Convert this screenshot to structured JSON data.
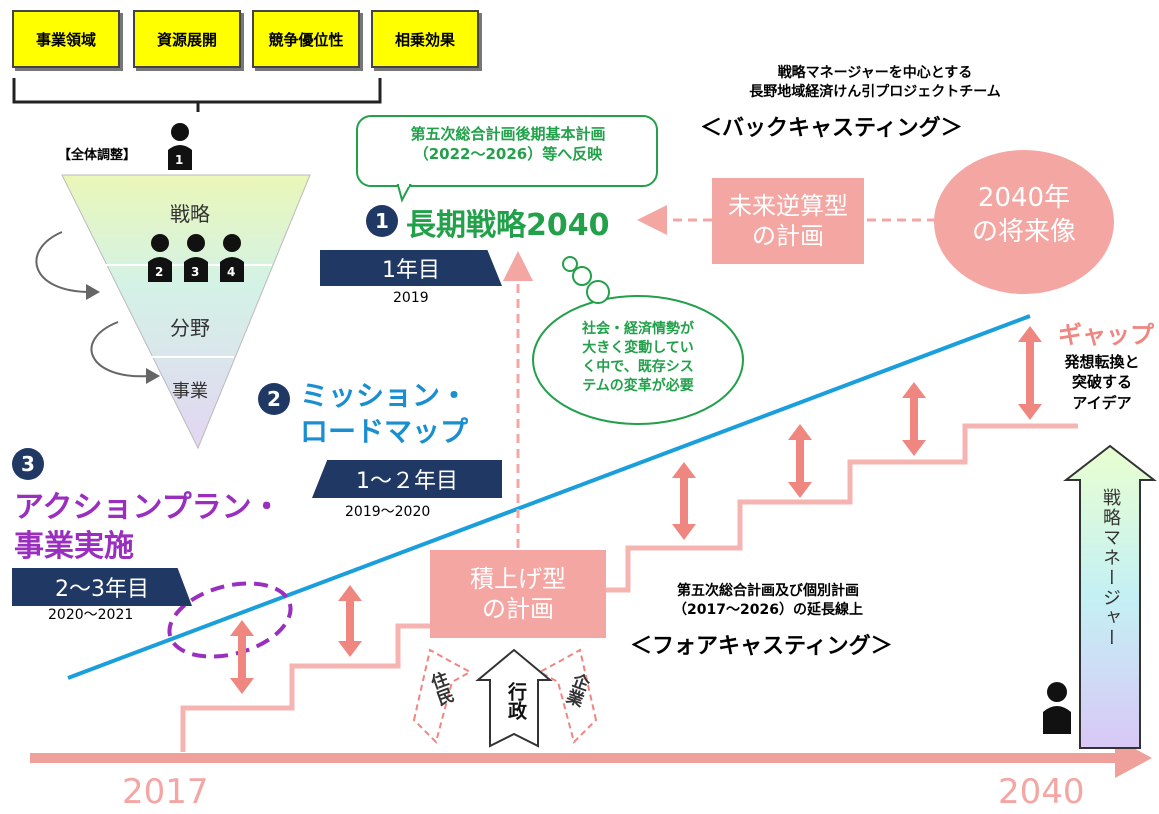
{
  "top_boxes": [
    "事業領域",
    "資源展開",
    "競争優位性",
    "相乗効果"
  ],
  "overall_adjust": "【全体調整】",
  "funnel": {
    "strategy": "戦略",
    "field": "分野",
    "project": "事業"
  },
  "person_numbers": [
    "1",
    "2",
    "3",
    "4"
  ],
  "team": {
    "line1": "戦略マネージャーを中心とする",
    "line2": "長野地域経済けん引プロジェクトチーム"
  },
  "backcasting": "＜バックキャスティング＞",
  "callout_green": {
    "line1": "第五次総合計画後期基本計画",
    "line2": "（2022～2026）等へ反映"
  },
  "step1": {
    "num": "1",
    "title": "長期戦略2040",
    "badge": "1年目",
    "year": "2019"
  },
  "step2": {
    "num": "2",
    "title_l1": "ミッション・",
    "title_l2": "ロードマップ",
    "badge": "1～２年目",
    "year": "2019～2020"
  },
  "step3": {
    "num": "3",
    "title_l1": "アクションプラン・",
    "title_l2": "事業実施",
    "badge": "2～3年目",
    "year": "2020～2021"
  },
  "future_plan": {
    "l1": "未来逆算型",
    "l2": "の計画"
  },
  "vision_2040": {
    "l1": "2040年",
    "l2": "の将来像"
  },
  "thought_cloud": {
    "l1": "社会・経済情勢が",
    "l2": "大きく変動してい",
    "l3": "く中で、既存シス",
    "l4": "テムの変革が必要"
  },
  "gap": "ギャップ",
  "idea": {
    "l1": "発想転換と",
    "l2": "突破する",
    "l3": "アイデア"
  },
  "manager_arrow": "戦略マネージャー",
  "stacked_plan": {
    "l1": "積上げ型",
    "l2": "の計画"
  },
  "forecast_note": {
    "l1": "第五次総合計画及び個別計画",
    "l2": "（2017～2026）の延長線上"
  },
  "forecasting": "＜フォアキャスティング＞",
  "actors": {
    "residents": "住民",
    "gov": "行政",
    "company": "企業"
  },
  "axis": {
    "start": "2017",
    "end": "2040"
  },
  "colors": {
    "navy": "#1f3864",
    "pink": "#f4a6a3",
    "axis_pink": "#f0a09a",
    "blue_line": "#1a9fdc",
    "green": "#22a04a",
    "purple": "#9a2fbf",
    "yellow": "#ffff00"
  }
}
